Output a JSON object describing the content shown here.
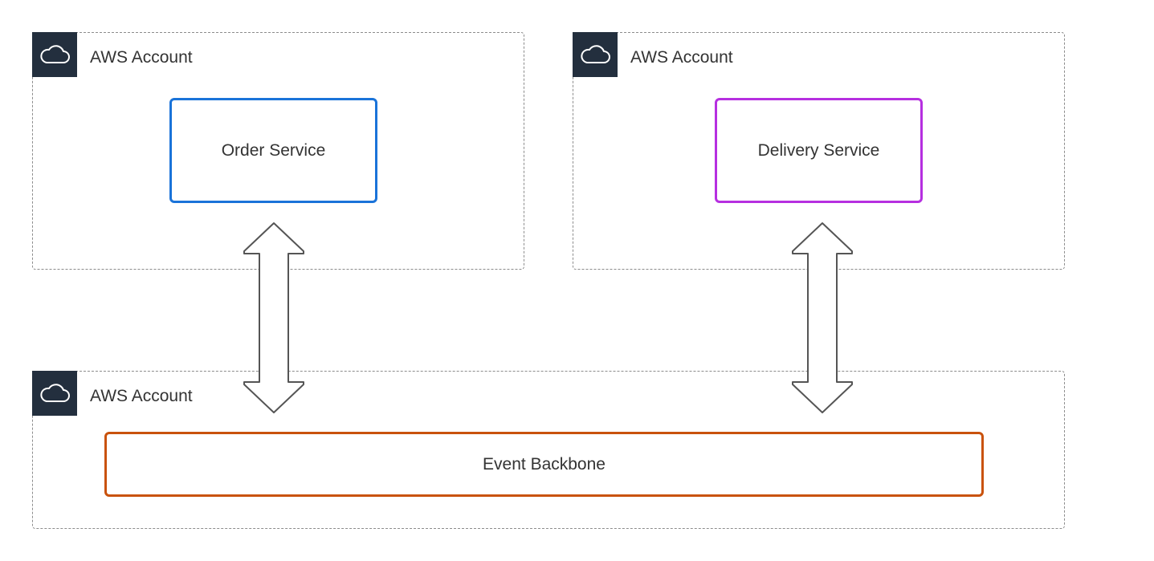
{
  "accounts": {
    "order": {
      "label": "AWS Account",
      "icon": "cloud-icon"
    },
    "delivery": {
      "label": "AWS Account",
      "icon": "cloud-icon"
    },
    "backbone": {
      "label": "AWS Account",
      "icon": "cloud-icon"
    }
  },
  "services": {
    "order": {
      "label": "Order Service",
      "color": "#1a73d9"
    },
    "delivery": {
      "label": "Delivery Service",
      "color": "#b62fe0"
    },
    "backbone": {
      "label": "Event Backbone",
      "color": "#c9520c"
    }
  },
  "connectors": [
    {
      "from": "Order Service",
      "to": "Event Backbone",
      "direction": "bidirectional"
    },
    {
      "from": "Delivery Service",
      "to": "Event Backbone",
      "direction": "bidirectional"
    }
  ],
  "colors": {
    "account_icon_bg": "#232f3e",
    "account_border": "#8c8c8c",
    "arrow_stroke": "#555555"
  }
}
